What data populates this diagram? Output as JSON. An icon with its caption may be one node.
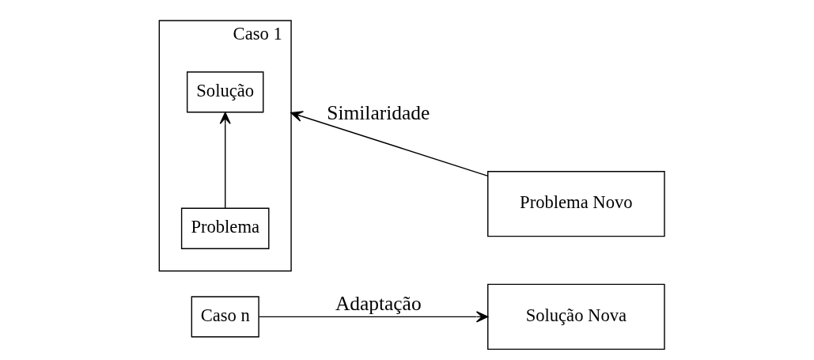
{
  "diagram": {
    "nodes": [
      {
        "text": [
          "Caso n"
        ]
      },
      {
        "text": [
          "Caso 1"
        ]
      },
      {
        "text": [
          "Solução"
        ],
        "in": 1
      },
      {
        "text": [
          "Problema"
        ],
        "in": 1
      },
      {
        "text": [
          "Solução Nova"
        ]
      },
      {
        "text": [
          "Problema Novo"
        ]
      }
    ],
    "edges": [
      {
        "from": 3,
        "to": 2,
        "arrow": "to"
      },
      {
        "from": 0,
        "to": 4,
        "arrow": "to",
        "label": "Adaptação"
      },
      {
        "from": 5,
        "to": 1,
        "arrow": "to",
        "label": "Similaridade"
      }
    ]
  }
}
